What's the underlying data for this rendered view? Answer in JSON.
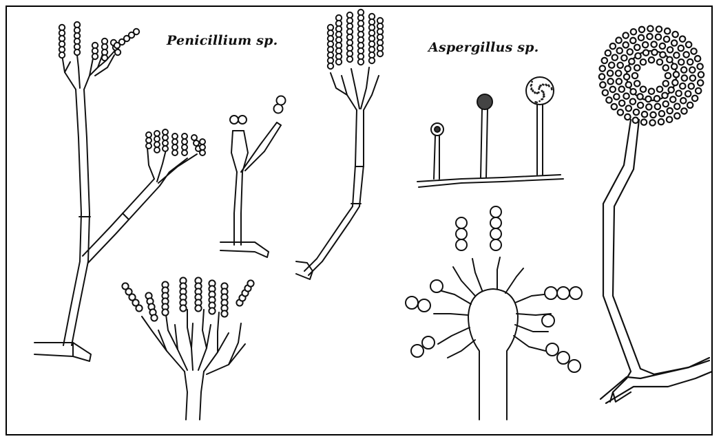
{
  "figure": {
    "labels": {
      "penicillium": "Penicillium sp.",
      "aspergillus": "Aspergillus sp."
    },
    "colors": {
      "ink": "#111111",
      "background": "#ffffff",
      "frame": "#000000"
    },
    "panels": [
      "penicillium-tall-branched-conidiophore",
      "penicillium-small-conidiophore",
      "penicillium-right-conidiophore",
      "penicillium-brush-penicillus",
      "aspergillus-growth-stages",
      "aspergillus-vesicle-head",
      "aspergillus-tall-conidiophore"
    ]
  }
}
